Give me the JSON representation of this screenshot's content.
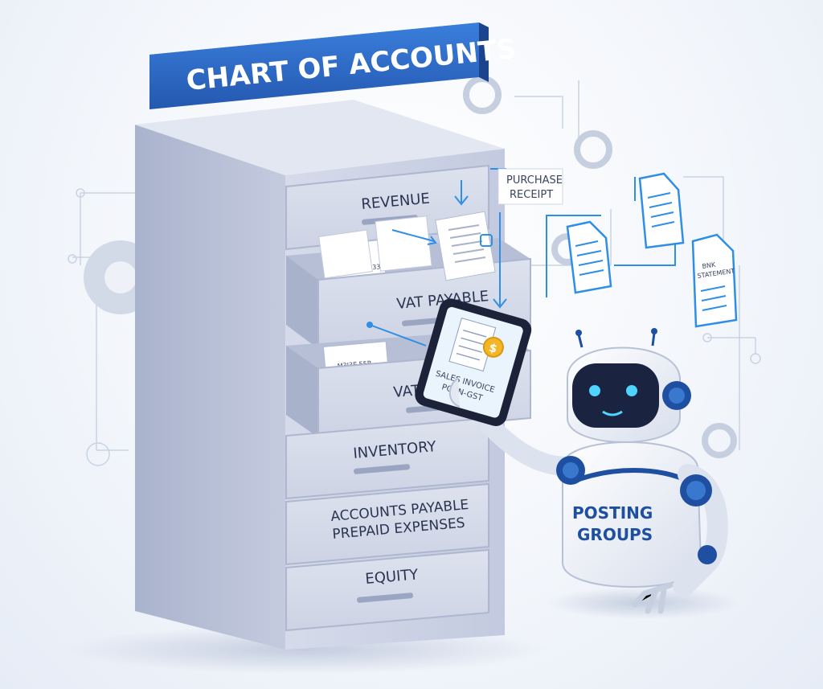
{
  "title": "CHART OF ACCOUNTS",
  "drawers": [
    {
      "label": "REVENUE"
    },
    {
      "label": "VAT PAYABLE"
    },
    {
      "label": "VAT PAYA"
    },
    {
      "label": "INVENTORY"
    },
    {
      "label": "ACCOUNTS PAYABLE",
      "label2": "PREPAID EXPENSES"
    },
    {
      "label": "EQUITY"
    }
  ],
  "callout": {
    "line1": "PURCHASE",
    "line2": "RECEIPT"
  },
  "drawer_docs": [
    "FG8367 M3337",
    "M3J3E.55P"
  ],
  "tablet": {
    "line1": "SALES INVOICE",
    "line2": "PCHN-GST",
    "coin": "$"
  },
  "floating_doc": {
    "line1": "BNK",
    "line2": "STATEMENT"
  },
  "robot": {
    "line1": "POSTING",
    "line2": "GROUPS"
  },
  "colors": {
    "accent": "#2f6fc9",
    "cabinet": "#c9d0e2",
    "robot_blue": "#1e4fa0",
    "glow": "#2f8ee6"
  }
}
